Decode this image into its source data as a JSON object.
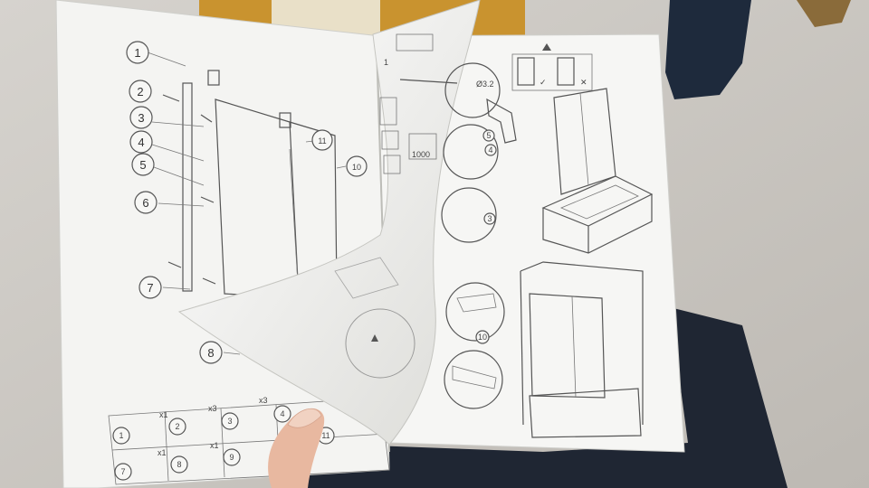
{
  "left_page": {
    "callouts": [
      "1",
      "2",
      "3",
      "4",
      "5",
      "6",
      "7",
      "8",
      "10",
      "11"
    ]
  },
  "parts_table": {
    "cells": [
      {
        "num": "1",
        "qty": "x1"
      },
      {
        "num": "2",
        "qty": "x3"
      },
      {
        "num": "3",
        "qty": "x3"
      },
      {
        "num": "4",
        "qty": ""
      },
      {
        "num": "7",
        "qty": "x1"
      },
      {
        "num": "8",
        "qty": "x1"
      },
      {
        "num": "9",
        "qty": ""
      },
      {
        "num": "11",
        "qty": ""
      }
    ]
  },
  "right_page": {
    "step_number": "1",
    "drill_size": "Ø3.2",
    "dimension_label": "1000",
    "detail_callouts": [
      "5",
      "4",
      "3",
      "10"
    ]
  },
  "colors": {
    "floor": "#c9c6c1",
    "paper": "#f4f4f2",
    "line_art": "#555555",
    "jeans": "#1f2633",
    "skin": "#e8b8a0"
  }
}
